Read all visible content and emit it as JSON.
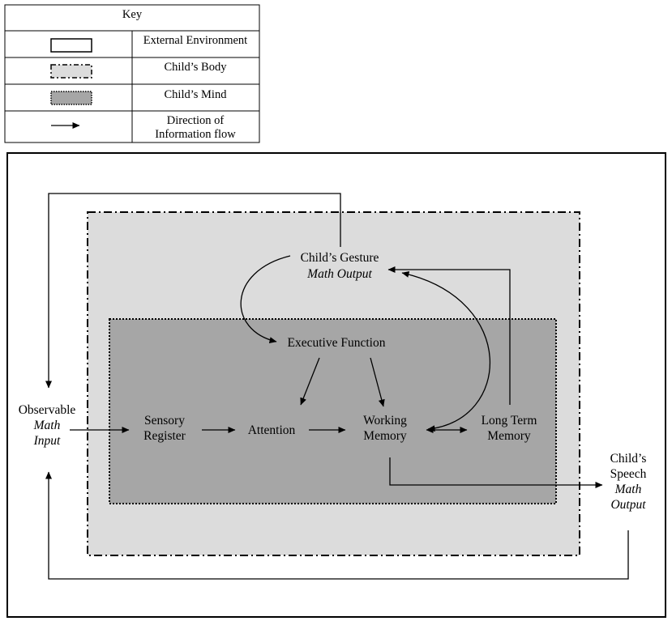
{
  "key": {
    "title": "Key",
    "rows": [
      {
        "label": "External Environment",
        "swatch": "solid-white-box"
      },
      {
        "label": "Child’s Body",
        "swatch": "dash-dot-lightgray-box"
      },
      {
        "label": "Child’s Mind",
        "swatch": "dotted-darkgray-box"
      },
      {
        "label_line1": "Direction of",
        "label_line2": "Information flow",
        "swatch": "arrow"
      }
    ]
  },
  "diagram": {
    "gesture": {
      "line1": "Child’s Gesture",
      "line2": "Math Output"
    },
    "executive": "Executive Function",
    "observable": {
      "line1": "Observable",
      "line2": "Math",
      "line3": "Input"
    },
    "sensory": {
      "line1": "Sensory",
      "line2": "Register"
    },
    "attention": "Attention",
    "working": {
      "line1": "Working",
      "line2": "Memory"
    },
    "longterm": {
      "line1": "Long Term",
      "line2": "Memory"
    },
    "speech": {
      "line1": "Child’s",
      "line2": "Speech",
      "line3": "Math",
      "line4": "Output"
    }
  },
  "colors": {
    "environment_fill": "#ffffff",
    "body_fill": "#dcdcdc",
    "mind_fill": "#a6a6a6",
    "stroke": "#000000"
  }
}
